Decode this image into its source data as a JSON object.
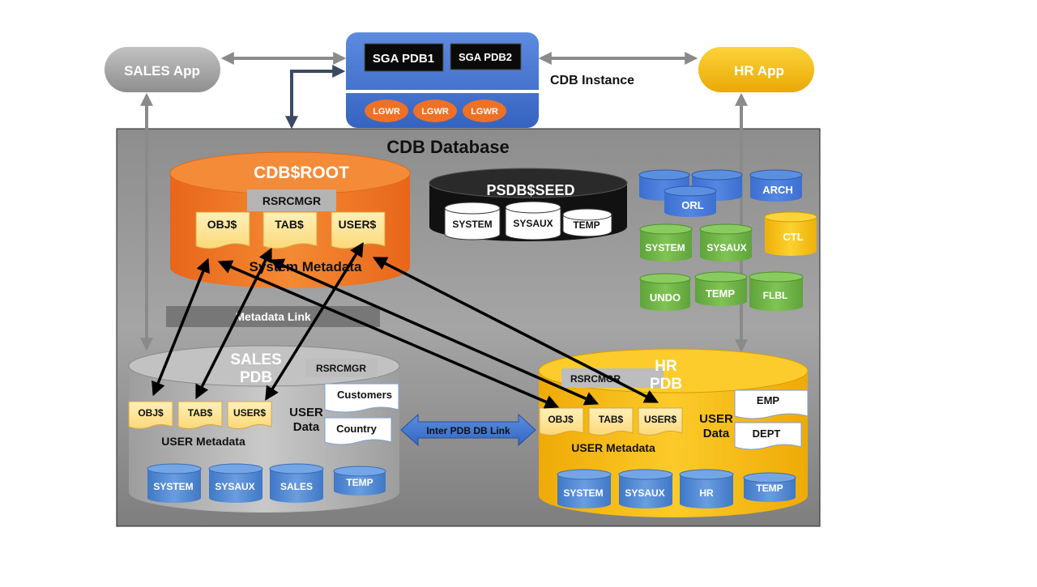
{
  "apps": {
    "sales": "SALES App",
    "hr": "HR App"
  },
  "instance": {
    "sga_pdb1": "SGA PDB1",
    "sga_pdb2": "SGA PDB2",
    "label": "CDB Instance",
    "lgwr": [
      "LGWR",
      "LGWR",
      "LGWR"
    ]
  },
  "database": {
    "title": "CDB Database"
  },
  "root": {
    "title": "CDB$ROOT",
    "rsrcmgr": "RSRCMGR",
    "docs": [
      "OBJ$",
      "TAB$",
      "USER$"
    ],
    "metadata_label": "System Metadata"
  },
  "seed": {
    "title": "PSDB$SEED",
    "cyls": [
      "SYSTEM",
      "SYSAUX",
      "TEMP"
    ]
  },
  "files": {
    "orl": "ORL",
    "arch": "ARCH",
    "ctl": "CTL",
    "system": "SYSTEM",
    "sysaux": "SYSAUX",
    "undo": "UNDO",
    "temp": "TEMP",
    "flbl": "FLBL"
  },
  "metadata_link": "Metadata Link",
  "inter_pdb_link": "Inter PDB  DB Link",
  "sales_pdb": {
    "title_line1": "SALES",
    "title_line2": "PDB",
    "rsrcmgr": "RSRCMGR",
    "docs": [
      "OBJ$",
      "TAB$",
      "USER$"
    ],
    "user_metadata": "USER Metadata",
    "user_data_line1": "USER",
    "user_data_line2": "Data",
    "tables": [
      "Customers",
      "Country"
    ],
    "cyls": [
      "SYSTEM",
      "SYSAUX",
      "SALES",
      "TEMP"
    ]
  },
  "hr_pdb": {
    "title_line1": "HR",
    "title_line2": "PDB",
    "rsrcmgr": "RSRCMGR",
    "docs": [
      "OBJ$",
      "TAB$",
      "USER$"
    ],
    "user_metadata": "USER Metadata",
    "user_data_line1": "USER",
    "user_data_line2": "Data",
    "tables": [
      "EMP",
      "DEPT"
    ],
    "cyls": [
      "SYSTEM",
      "SYSAUX",
      "HR",
      "TEMP"
    ]
  },
  "colors": {
    "orange": "#F07A22",
    "blue": "#4A7BD0",
    "gold": "#F7BD10",
    "green": "#6DB33F",
    "gray_panel": "#9A9A9A"
  }
}
